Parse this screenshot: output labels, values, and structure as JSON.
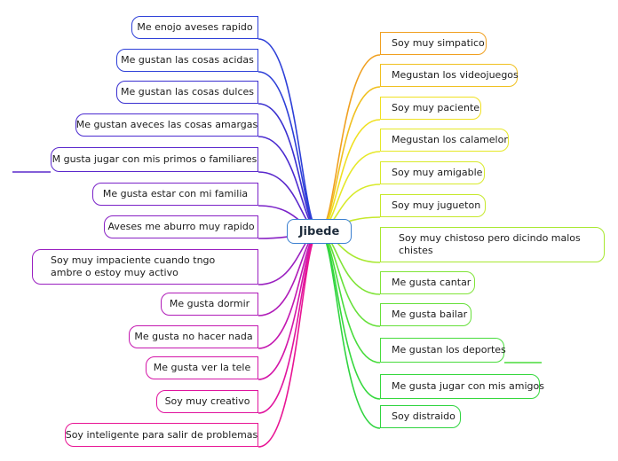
{
  "center": {
    "label": "Jibede",
    "color": "#3a7fd0"
  },
  "left_nodes": [
    {
      "id": "l1",
      "label": "Me enojo aveses rapido",
      "color": "#2d3fd8"
    },
    {
      "id": "l2",
      "label": "Me gustan las cosas acidas",
      "color": "#2d3fd8"
    },
    {
      "id": "l3",
      "label": "Me gustan las cosas dulces",
      "color": "#3a30d0"
    },
    {
      "id": "l4",
      "label": "Me gustan aveces las cosas amargas",
      "color": "#4a2ad0"
    },
    {
      "id": "l5",
      "label": "M gusta jugar con mis primos o familiares",
      "color": "#5a28cc"
    },
    {
      "id": "l6",
      "label": "Me gusta estar con mi familia",
      "color": "#7a22c8"
    },
    {
      "id": "l7",
      "label": "Aveses me aburro muy rapido",
      "color": "#8820c4"
    },
    {
      "id": "l8",
      "label": "Soy muy impaciente cuando tngo ambre o estoy muy activo",
      "color": "#9a20c0"
    },
    {
      "id": "l9",
      "label": "Me gusta dormir",
      "color": "#b01cb8"
    },
    {
      "id": "l10",
      "label": "Me gusta no hacer nada",
      "color": "#c418b0"
    },
    {
      "id": "l11",
      "label": "Me gusta ver la tele",
      "color": "#d416a8"
    },
    {
      "id": "l12",
      "label": "Soy muy creativo",
      "color": "#e0149e"
    },
    {
      "id": "l13",
      "label": "Soy inteligente para salir de problemas",
      "color": "#e81494"
    }
  ],
  "right_nodes": [
    {
      "id": "r1",
      "label": "Soy muy simpatico",
      "color": "#f0a020"
    },
    {
      "id": "r2",
      "label": "Megustan los videojuegos",
      "color": "#f0c020"
    },
    {
      "id": "r3",
      "label": "Soy muy paciente",
      "color": "#f0e020"
    },
    {
      "id": "r4",
      "label": "Megustan los calamelor",
      "color": "#e6e828"
    },
    {
      "id": "r5",
      "label": "Soy muy amigable",
      "color": "#d8ea2a"
    },
    {
      "id": "r6",
      "label": "Soy muy jugueton",
      "color": "#c6e82c"
    },
    {
      "id": "r7",
      "label": "Soy muy chistoso pero dicindo malos chistes",
      "color": "#a8e830"
    },
    {
      "id": "r8",
      "label": "Me gusta cantar",
      "color": "#80e438"
    },
    {
      "id": "r9",
      "label": "Me gusta bailar",
      "color": "#66e03a"
    },
    {
      "id": "r10",
      "label": "Me gustan los deportes",
      "color": "#48dc3c"
    },
    {
      "id": "r11",
      "label": "Me gusta jugar con mis amigos",
      "color": "#36d83e"
    },
    {
      "id": "r12",
      "label": "Soy distraido",
      "color": "#30d440"
    }
  ]
}
